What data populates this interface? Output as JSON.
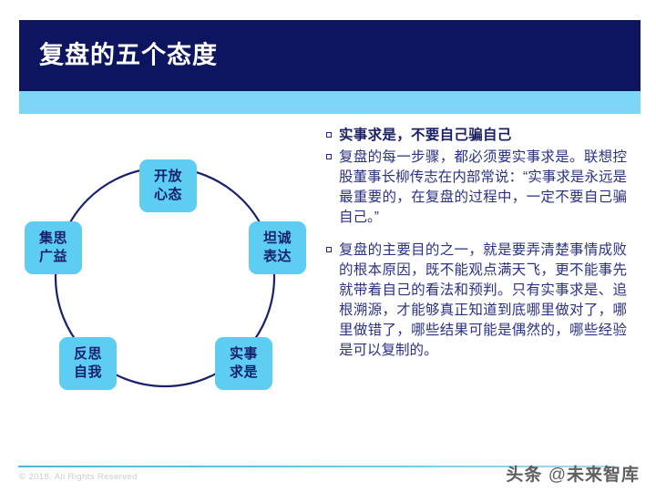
{
  "header": {
    "title": "复盘的五个态度",
    "bar_color": "#0d1560",
    "accent_color": "#7ed6f7"
  },
  "diagram": {
    "name": "five-attitudes-cycle",
    "circle_color": "#16206e",
    "node_fill": "#5ecdf2",
    "node_text_color": "#16206e",
    "nodes": [
      {
        "id": "open-mindset",
        "line1": "开放",
        "line2": "心态",
        "position": "top"
      },
      {
        "id": "candid-expression",
        "line1": "坦诚",
        "line2": "表达",
        "position": "right"
      },
      {
        "id": "seek-truth",
        "line1": "实事",
        "line2": "求是",
        "position": "bottom-right"
      },
      {
        "id": "self-reflection",
        "line1": "反思",
        "line2": "自我",
        "position": "bottom-left"
      },
      {
        "id": "collective-wisdom",
        "line1": "集思",
        "line2": "广益",
        "position": "left"
      }
    ]
  },
  "content": {
    "paragraphs": [
      {
        "id": "heading",
        "bold": true,
        "text": "实事求是，不要自己骗自己"
      },
      {
        "id": "para-1",
        "bold": false,
        "text": "复盘的每一步骤，都必须要实事求是。联想控股董事长柳传志在内部常说：“实事求是永远是最重要的，在复盘的过程中，一定不要自己骗自己。”"
      },
      {
        "id": "para-2",
        "bold": false,
        "text": "复盘的主要目的之一，就是要弄清楚事情成败的根本原因，既不能观点满天飞，更不能事先就带着自己的看法和预判。只有实事求是、追根溯源，才能够真正知道到底哪里做对了，哪里做错了，哪些结果可能是偶然的，哪些经验是可以复制的。"
      }
    ]
  },
  "footer": {
    "copyright": "© 2018. All Rights Reserved",
    "watermark_prefix": "头条",
    "watermark_at": "@",
    "watermark_name": "未来智库",
    "rule_color": "#49b9db"
  }
}
